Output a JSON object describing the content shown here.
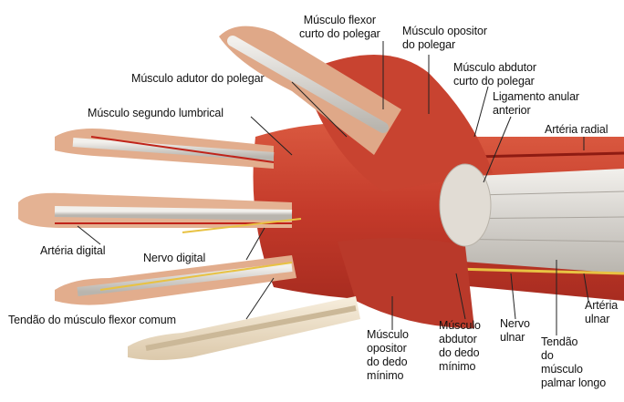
{
  "labels": {
    "flexor_curto": "Músculo flexor\ncurto do polegar",
    "oponente_polegar": "Músculo opositor\ndo polegar",
    "abdutor_curto": "Músculo abdutor\ncurto do polegar",
    "ligamento": "Ligamento anular\nanterior",
    "arteria_radial": "Artéria radial",
    "adutor": "Músculo adutor do polegar",
    "lumbrical": "Músculo segundo lumbrical",
    "arteria_digital": "Artéria digital",
    "nervo_digital": "Nervo digital",
    "tendao_flexor": "Tendão do músculo flexor comum",
    "opositor_minimo": "Músculo\nopositor\ndo dedo\nmínimo",
    "abdutor_minimo": "Músculo\nabdutor\ndo dedo\nmínimo",
    "nervo_ulnar": "Nervo\nulnar",
    "tendao_palmar": "Tendão\ndo\nmúsculo\npalmar longo",
    "arteria_ulnar": "Artéria\nulnar"
  },
  "colors": {
    "muscle": "#c8402f",
    "muscle_dark": "#9e2a1f",
    "tendon": "#d9d6d2",
    "bone": "#efe3cf",
    "skin": "#e9b89a",
    "nerve": "#f1cc4a",
    "artery": "#c0241a"
  }
}
